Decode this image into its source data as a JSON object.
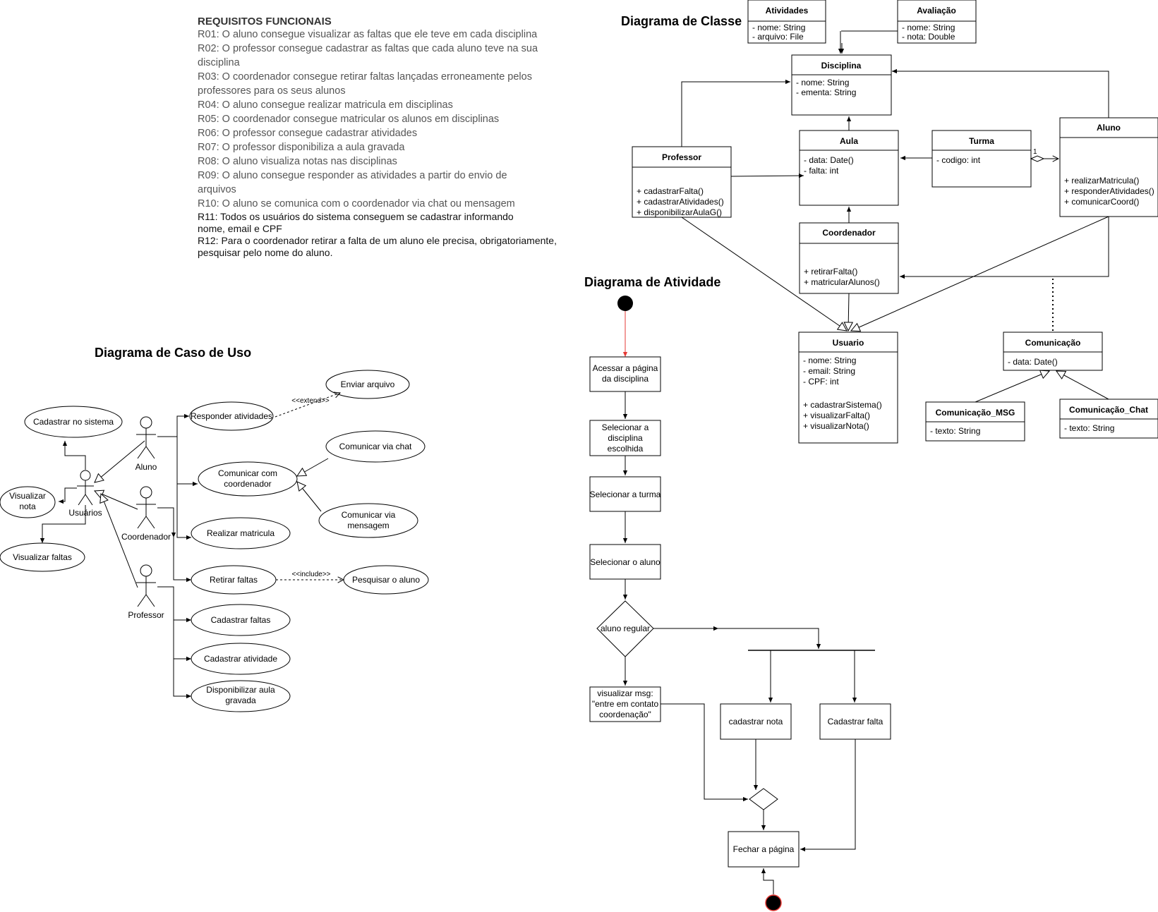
{
  "requirements": {
    "title": "REQUISITOS FUNCIONAIS",
    "items": [
      "R01: O aluno consegue visualizar as faltas que ele teve em cada disciplina",
      "R02: O professor consegue cadastrar as faltas que cada aluno teve na sua",
      "disciplina",
      "R03: O coordenador consegue retirar faltas lançadas erroneamente pelos",
      "professores para os seus alunos",
      "R04: O aluno consegue realizar matricula em disciplinas",
      "R05: O coordenador consegue matricular os alunos em disciplinas",
      "R06: O professor consegue cadastrar atividades",
      "R07: O professor disponibiliza a aula gravada",
      "R08: O aluno visualiza notas nas disciplinas",
      "R09: O aluno consegue responder as atividades a partir do envio de",
      "arquivos",
      "R10: O aluno se comunica com o coordenador via chat ou mensagem"
    ],
    "extra": [
      "R11: Todos os usuários do sistema conseguem se cadastrar informando",
      "nome, email e CPF",
      "R12: Para o coordenador retirar a falta de um aluno ele precisa, obrigatoriamente,",
      "pesquisar pelo nome do aluno."
    ]
  },
  "titles": {
    "usecase": "Diagrama de Caso de Uso",
    "class": "Diagrama de Classe",
    "activity": "Diagrama de Atividade"
  },
  "usecase": {
    "actors": {
      "usuarios": "Usuários",
      "aluno": "Aluno",
      "coordenador": "Coordenador",
      "professor": "Professor"
    },
    "cases": {
      "cadastrar_sistema": "Cadastrar no sistema",
      "visualizar_nota": [
        "Visualizar",
        "nota"
      ],
      "visualizar_faltas": "Visualizar faltas",
      "responder_atividades": "Responder atividades",
      "enviar_arquivo": "Enviar arquivo",
      "comunicar_coord": [
        "Comunicar com",
        "coordenador"
      ],
      "comunicar_chat": "Comunicar via chat",
      "comunicar_msg": [
        "Comunicar via",
        "mensagem"
      ],
      "realizar_matricula": "Realizar matricula",
      "retirar_faltas": "Retirar faltas",
      "pesquisar_aluno": "Pesquisar o aluno",
      "cadastrar_faltas": "Cadastrar faltas",
      "cadastrar_atividade": "Cadastrar atividade",
      "disponibilizar_aula": [
        "Disponibilizar aula",
        "gravada"
      ]
    },
    "stereotypes": {
      "extend": "<<extend>>",
      "include": "<<include>>"
    }
  },
  "classes": {
    "atividades": {
      "name": "Atividades",
      "attrs": [
        "- nome: String",
        "- arquivo: File"
      ]
    },
    "avaliacao": {
      "name": "Avaliação",
      "attrs": [
        "- nome: String",
        "- nota: Double"
      ]
    },
    "disciplina": {
      "name": "Disciplina",
      "attrs": [
        "- nome: String",
        "- ementa: String"
      ]
    },
    "aluno": {
      "name": "Aluno",
      "methods": [
        "+ realizarMatricula()",
        "+ responderAtividades()",
        "+ comunicarCoord()"
      ]
    },
    "professor": {
      "name": "Professor",
      "methods": [
        "+ cadastrarFalta()",
        "+ cadastrarAtividades()",
        "+ disponibilizarAulaG()"
      ]
    },
    "aula": {
      "name": "Aula",
      "attrs": [
        "- data: Date()",
        "- falta: int"
      ]
    },
    "turma": {
      "name": "Turma",
      "attrs": [
        "- codigo: int"
      ],
      "multiplicity": "1"
    },
    "coordenador": {
      "name": "Coordenador",
      "methods": [
        "+ retirarFalta()",
        "+ matricularAlunos()"
      ]
    },
    "usuario": {
      "name": "Usuario",
      "attrs": [
        "- nome: String",
        "- email: String",
        "- CPF: int"
      ],
      "methods": [
        "+ cadastrarSistema()",
        "+ visualizarFalta()",
        "+ visualizarNota()"
      ]
    },
    "comunicacao": {
      "name": "Comunicação",
      "attrs": [
        "- data: Date()"
      ]
    },
    "comunicacao_msg": {
      "name": "Comunicação_MSG",
      "attrs": [
        "- texto: String"
      ]
    },
    "comunicacao_chat": {
      "name": "Comunicação_Chat",
      "attrs": [
        "- texto: String"
      ]
    }
  },
  "activity": {
    "acessar": [
      "Acessar a página",
      "da disciplina"
    ],
    "selecionar_disciplina": [
      "Selecionar a",
      "disciplina",
      "escolhida"
    ],
    "selecionar_turma": "Selecionar a turma",
    "selecionar_aluno": "Selecionar o aluno",
    "decision": "aluno regular",
    "msg": [
      "visualizar msg:",
      "\"entre em contato",
      "coordenação\""
    ],
    "cadastrar_nota": "cadastrar nota",
    "cadastrar_falta": "Cadastrar falta",
    "fechar": "Fechar a página"
  },
  "colors": {
    "line": "#000000",
    "start_arrow": "#e53935",
    "end_outline": "#e53935"
  }
}
